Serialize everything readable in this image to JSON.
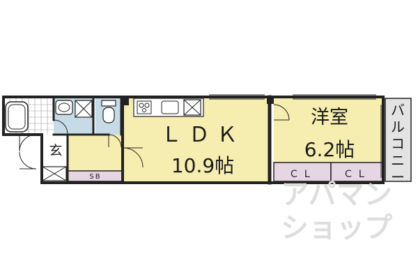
{
  "rooms": {
    "ldk": {
      "name": "ＬＤＫ",
      "area": "10.9帖"
    },
    "yoshitsu": {
      "name": "洋室",
      "area": "6.2帖"
    },
    "closet_1": "ＣＬ",
    "closet_2": "ＣＬ",
    "shoe_box": "SB",
    "genkan": "玄",
    "balcony": [
      "バ",
      "ル",
      "コ",
      "ニ",
      "ー"
    ]
  },
  "watermark": {
    "line1": "アパマン",
    "line2": "ショップ"
  },
  "colors": {
    "room_fill": "#f6edb0",
    "closet_fill": "#e6d5e2",
    "wet_fill": "#c7dbe6",
    "balcony_fill": "#e3e3e3",
    "wall": "#222222"
  }
}
